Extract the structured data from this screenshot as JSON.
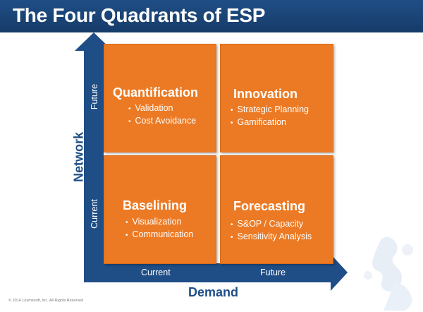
{
  "title": "The Four Quadrants of ESP",
  "axes": {
    "y_title": "Network",
    "x_title": "Demand",
    "y_ticks": {
      "low": "Current",
      "high": "Future"
    },
    "x_ticks": {
      "low": "Current",
      "high": "Future"
    }
  },
  "quadrants": {
    "top_left": {
      "title": "Quantification",
      "bullets": [
        "Validation",
        "Cost Avoidance"
      ]
    },
    "top_right": {
      "title": "Innovation",
      "bullets": [
        "Strategic Planning",
        "Gamification"
      ]
    },
    "bottom_left": {
      "title": "Baselining",
      "bullets": [
        "Visualization",
        "Communication"
      ]
    },
    "bottom_right": {
      "title": "Forecasting",
      "bullets": [
        "S&OP / Capacity",
        "Sensitivity Analysis"
      ]
    }
  },
  "footer": {
    "copyright": "© 2014 Lusmesoft, Inc. All Rights Reserved"
  },
  "colors": {
    "title_bar": "#1f4e86",
    "quadrant": "#ec7a24",
    "axis": "#1f4e86"
  }
}
